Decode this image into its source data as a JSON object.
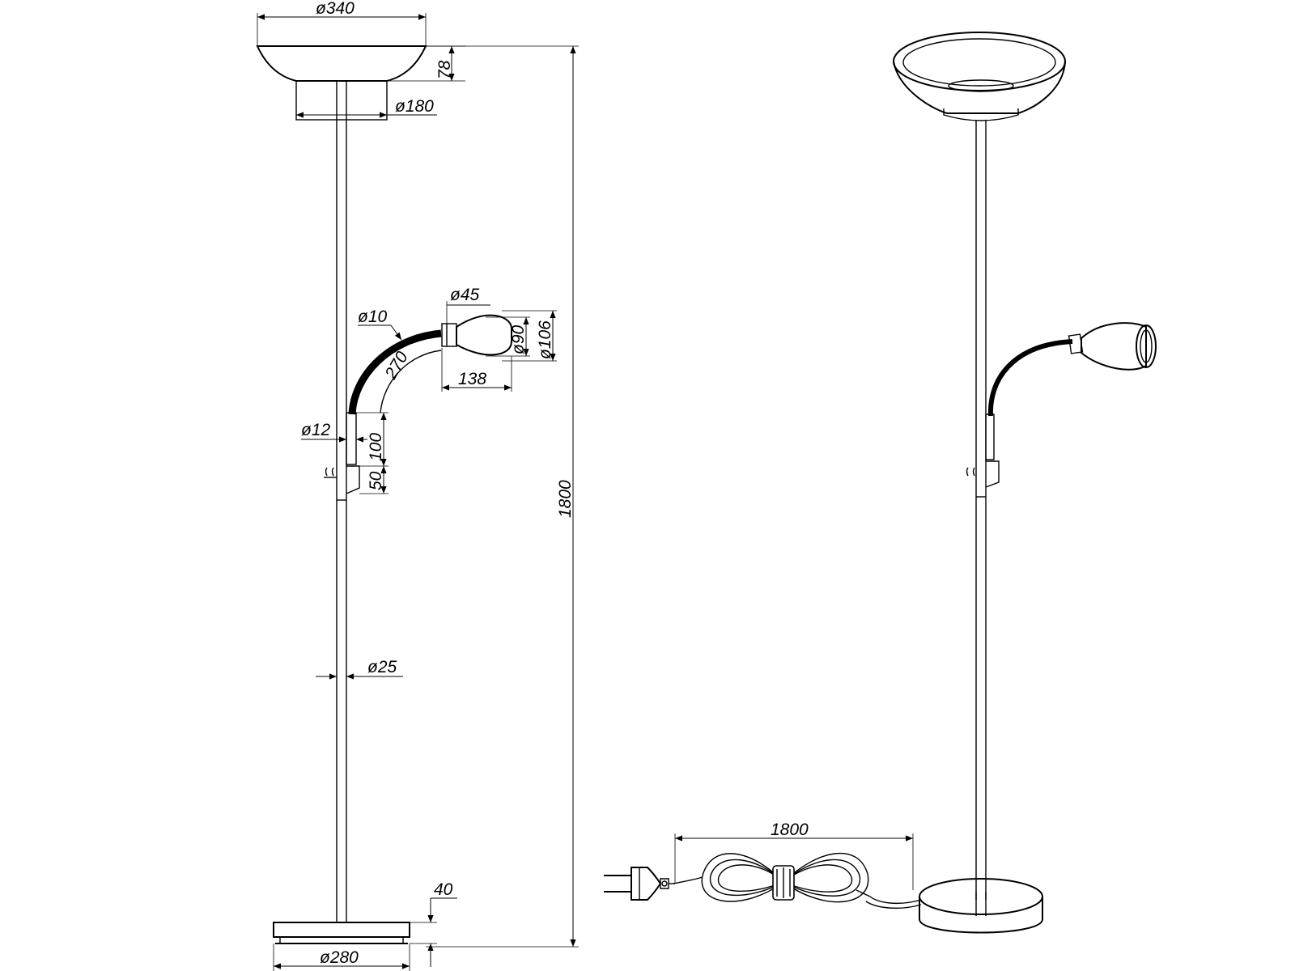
{
  "dimensions": {
    "top_shade_diameter": "ø340",
    "shade_height": "78",
    "shade_base_diameter": "ø180",
    "total_height": "1800",
    "spot_holder_diameter": "ø45",
    "flex_arm_diameter": "ø10",
    "flex_arm_length": "270",
    "spot_inner_diameter": "ø90",
    "spot_outer_diameter": "ø106",
    "spot_reach": "138",
    "arm_mount_diameter": "ø12",
    "arm_mount_height": "100",
    "switch_height": "50",
    "pole_diameter": "ø25",
    "base_height": "40",
    "base_diameter": "ø280",
    "cable_length": "1800"
  }
}
